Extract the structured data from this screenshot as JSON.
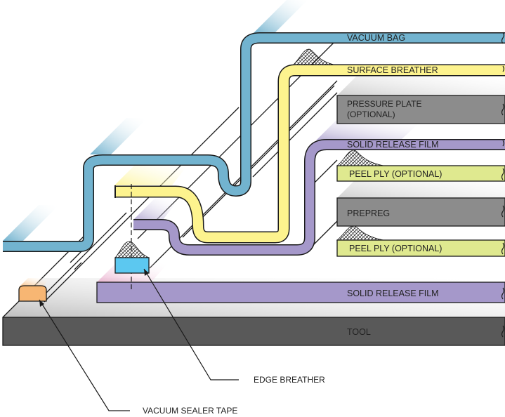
{
  "layers": {
    "vacuum_bag": "VACUUM BAG",
    "surface_breather": "SURFACE BREATHER",
    "pressure_plate_line1": "PRESSURE PLATE",
    "pressure_plate_line2": "(OPTIONAL)",
    "solid_release_film_top": "SOLID RELEASE FILM",
    "peel_ply_top": "PEEL PLY (OPTIONAL)",
    "prepreg": "PREPREG",
    "peel_ply_bottom": "PEEL PLY (OPTIONAL)",
    "solid_release_film_bottom": "SOLID RELEASE FILM",
    "tool": "TOOL"
  },
  "callouts": {
    "edge_breather": "EDGE BREATHER",
    "vacuum_sealer_tape": "VACUUM SEALER TAPE"
  },
  "colors": {
    "vacuum_bag": "#72b3cf",
    "surface_breather": "#fdf38e",
    "release_film": "#a598ca",
    "peel_ply": "#dfe98f",
    "prepreg": "#8c8c8c",
    "pressure_plate": "#8c8c8c",
    "tool": "#595959",
    "edge_breather": "#5cc8f0",
    "sealer_tape": "#f7b673"
  }
}
